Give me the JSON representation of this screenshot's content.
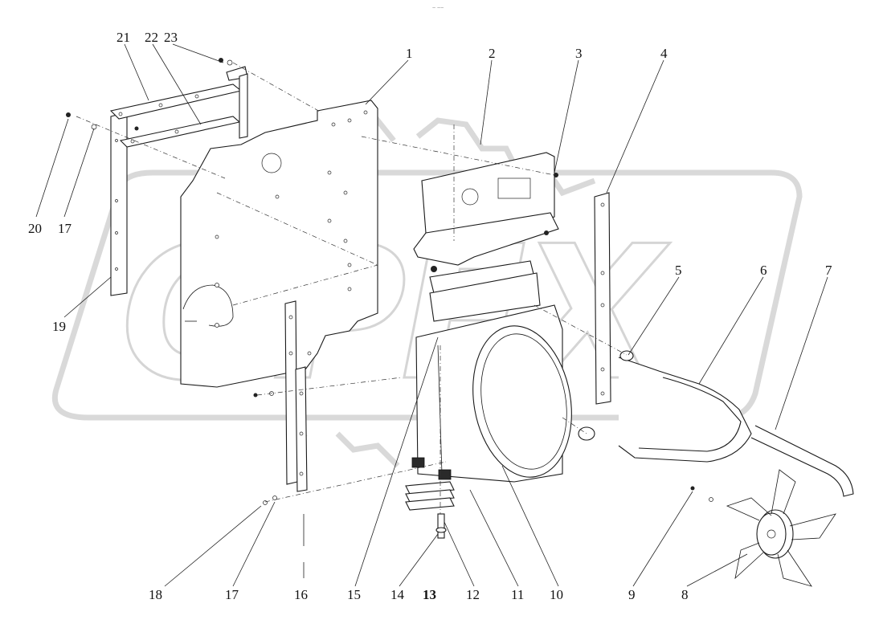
{
  "header_mark": "~ ~~",
  "watermark": {
    "text": "OPEX",
    "gear_icon": "gear-icon"
  },
  "callouts": [
    {
      "id": "1",
      "text": "1"
    },
    {
      "id": "2",
      "text": "2"
    },
    {
      "id": "3",
      "text": "3"
    },
    {
      "id": "4",
      "text": "4"
    },
    {
      "id": "5",
      "text": "5"
    },
    {
      "id": "6",
      "text": "6"
    },
    {
      "id": "7",
      "text": "7"
    },
    {
      "id": "8",
      "text": "8"
    },
    {
      "id": "9",
      "text": "9"
    },
    {
      "id": "10",
      "text": "10"
    },
    {
      "id": "11",
      "text": "11"
    },
    {
      "id": "12",
      "text": "12"
    },
    {
      "id": "13",
      "text": "13"
    },
    {
      "id": "14",
      "text": "14"
    },
    {
      "id": "15",
      "text": "15"
    },
    {
      "id": "16",
      "text": "16"
    },
    {
      "id": "17a",
      "text": "17"
    },
    {
      "id": "17b",
      "text": "17"
    },
    {
      "id": "18",
      "text": "18"
    },
    {
      "id": "19",
      "text": "19"
    },
    {
      "id": "20",
      "text": "20"
    },
    {
      "id": "21",
      "text": "21"
    },
    {
      "id": "22",
      "text": "22"
    },
    {
      "id": "23",
      "text": "23"
    }
  ],
  "colors": {
    "line": "#1a1a1a",
    "watermark": "#dcdcdc",
    "background": "#ffffff"
  }
}
